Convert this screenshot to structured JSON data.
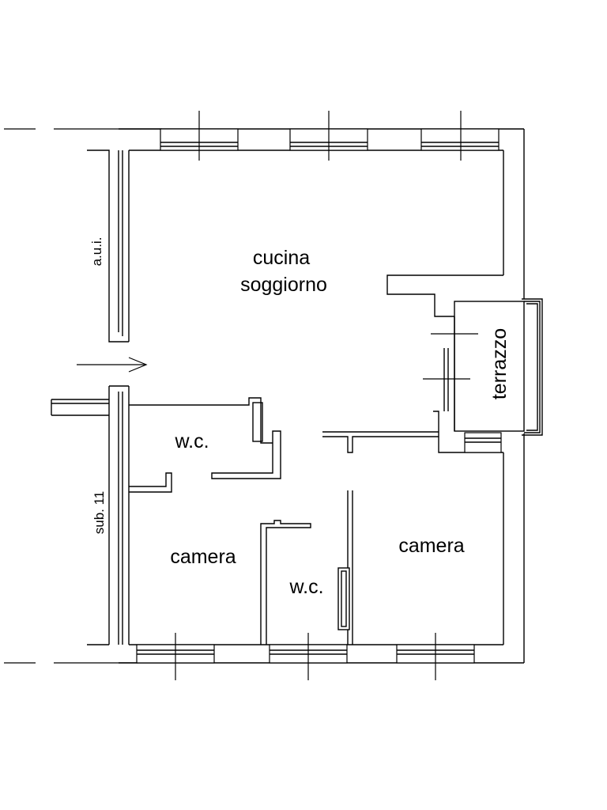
{
  "rooms": {
    "cucina_line1": "cucina",
    "cucina_line2": "soggiorno",
    "terrazzo": "terrazzo",
    "wc_top": "w.c.",
    "wc_bottom": "w.c.",
    "camera_left": "camera",
    "camera_right": "camera"
  },
  "neighbors": {
    "top_left": "a.u.i.",
    "bottom_left": "sub. 11"
  }
}
